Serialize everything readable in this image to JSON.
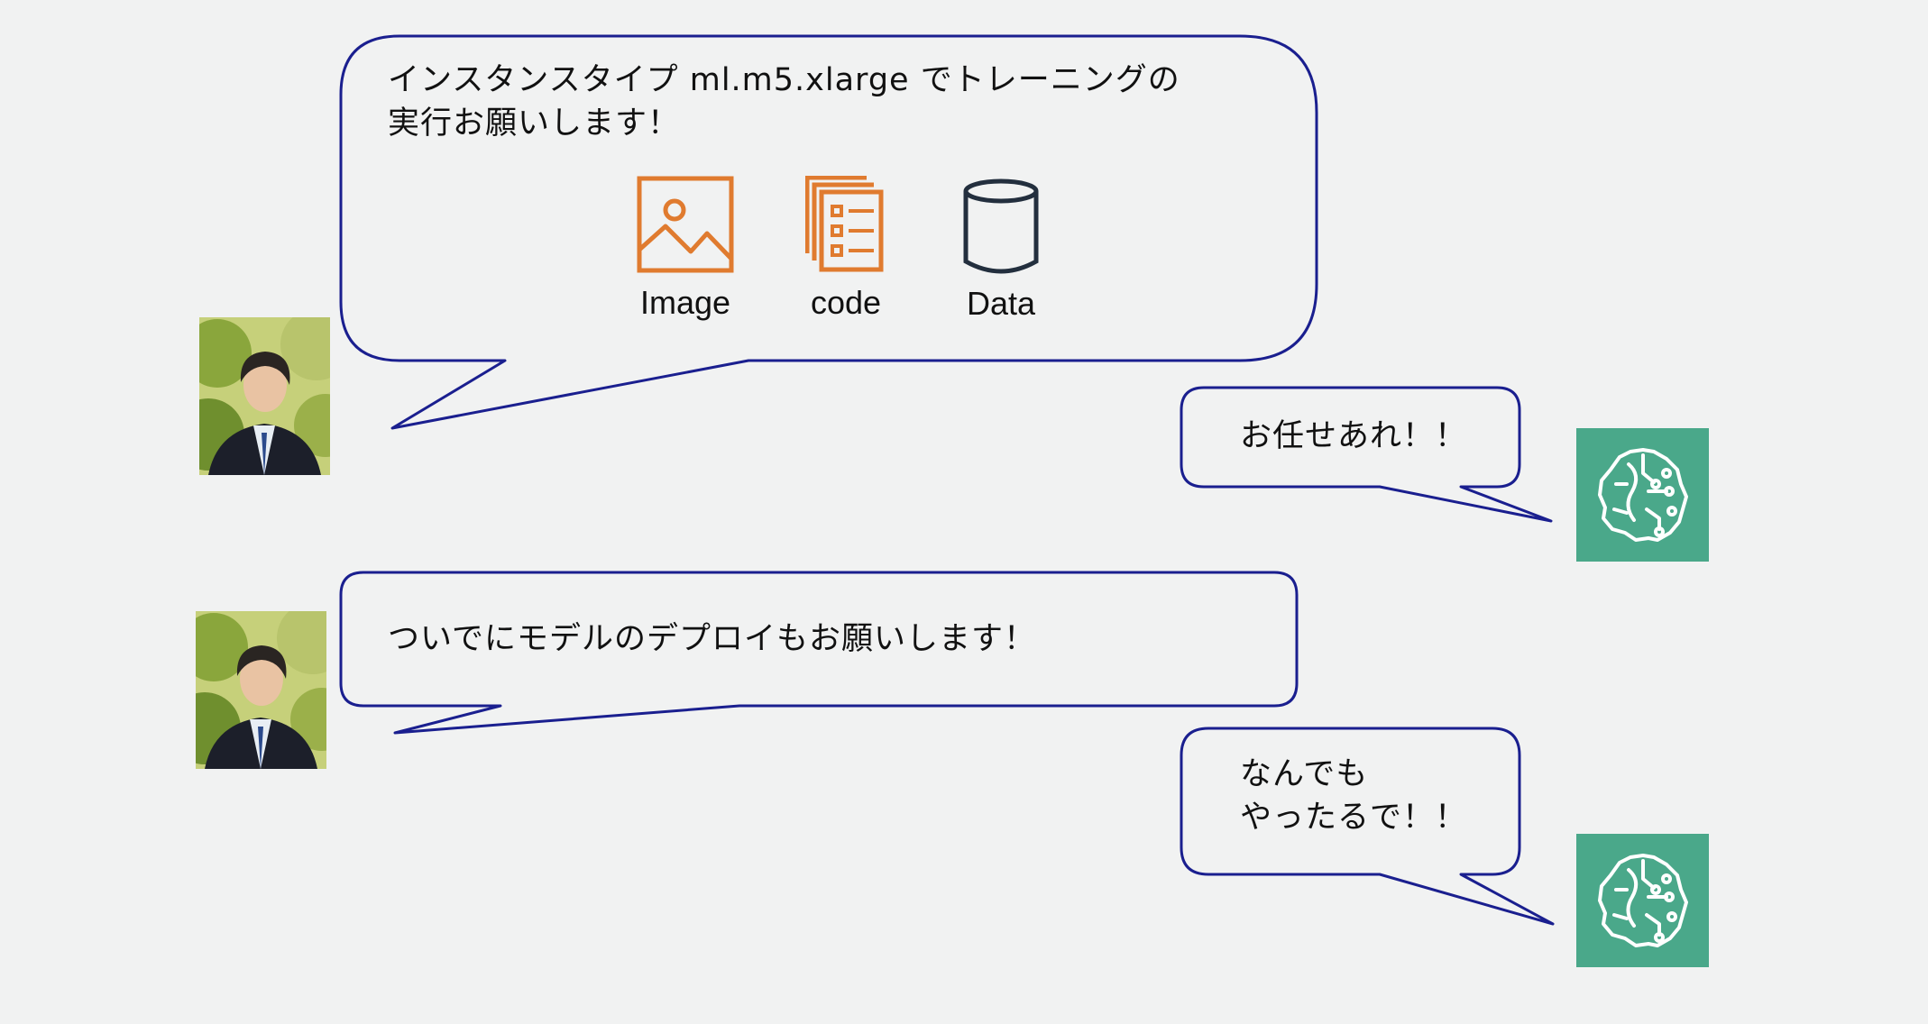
{
  "colors": {
    "background": "#f1f2f2",
    "bubble_border": "#1a1f8f",
    "bubble_fill": "#f1f2f2",
    "icon_orange": "#e07b2f",
    "icon_dark": "#232f3e",
    "bot_green": "#4aa88a"
  },
  "messages": [
    {
      "speaker": "user",
      "text": "インスタンスタイプ ml.m5.xlarge でトレーニングの\n実行お願いします！",
      "attachments": [
        {
          "label": "Image",
          "icon": "image-icon"
        },
        {
          "label": "code",
          "icon": "document-stack-icon"
        },
        {
          "label": "Data",
          "icon": "database-cylinder-icon"
        }
      ]
    },
    {
      "speaker": "bot",
      "text": "お任せあれ！！"
    },
    {
      "speaker": "user",
      "text": "ついでにモデルのデプロイもお願いします！"
    },
    {
      "speaker": "bot",
      "text": "なんでも\nやったるで！！"
    }
  ],
  "avatars": {
    "user": "person-photo",
    "bot": "brain-circuit-icon"
  }
}
